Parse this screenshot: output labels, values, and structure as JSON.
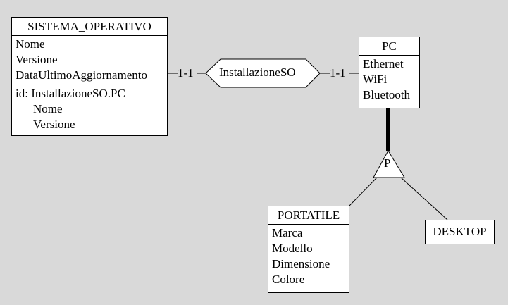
{
  "entities": {
    "sistema_operativo": {
      "title": "SISTEMA_OPERATIVO",
      "attributes": [
        "Nome",
        "Versione",
        "DataUltimoAggiornamento"
      ],
      "id_label": "id: InstallazioneSO.PC",
      "id_attributes": [
        "Nome",
        "Versione"
      ]
    },
    "pc": {
      "title": "PC",
      "attributes": [
        "Ethernet",
        "WiFi",
        "Bluetooth"
      ]
    },
    "portatile": {
      "title": "PORTATILE",
      "attributes": [
        "Marca",
        "Modello",
        "Dimensione",
        "Colore"
      ]
    },
    "desktop": {
      "title": "DESKTOP"
    }
  },
  "relationship": {
    "name": "InstallazioneSO",
    "card_left": "1-1",
    "card_right": "1-1"
  },
  "generalization": {
    "label": "P"
  },
  "colors": {
    "background": "#d9d9d9",
    "box": "#ffffff",
    "line": "#000000"
  }
}
